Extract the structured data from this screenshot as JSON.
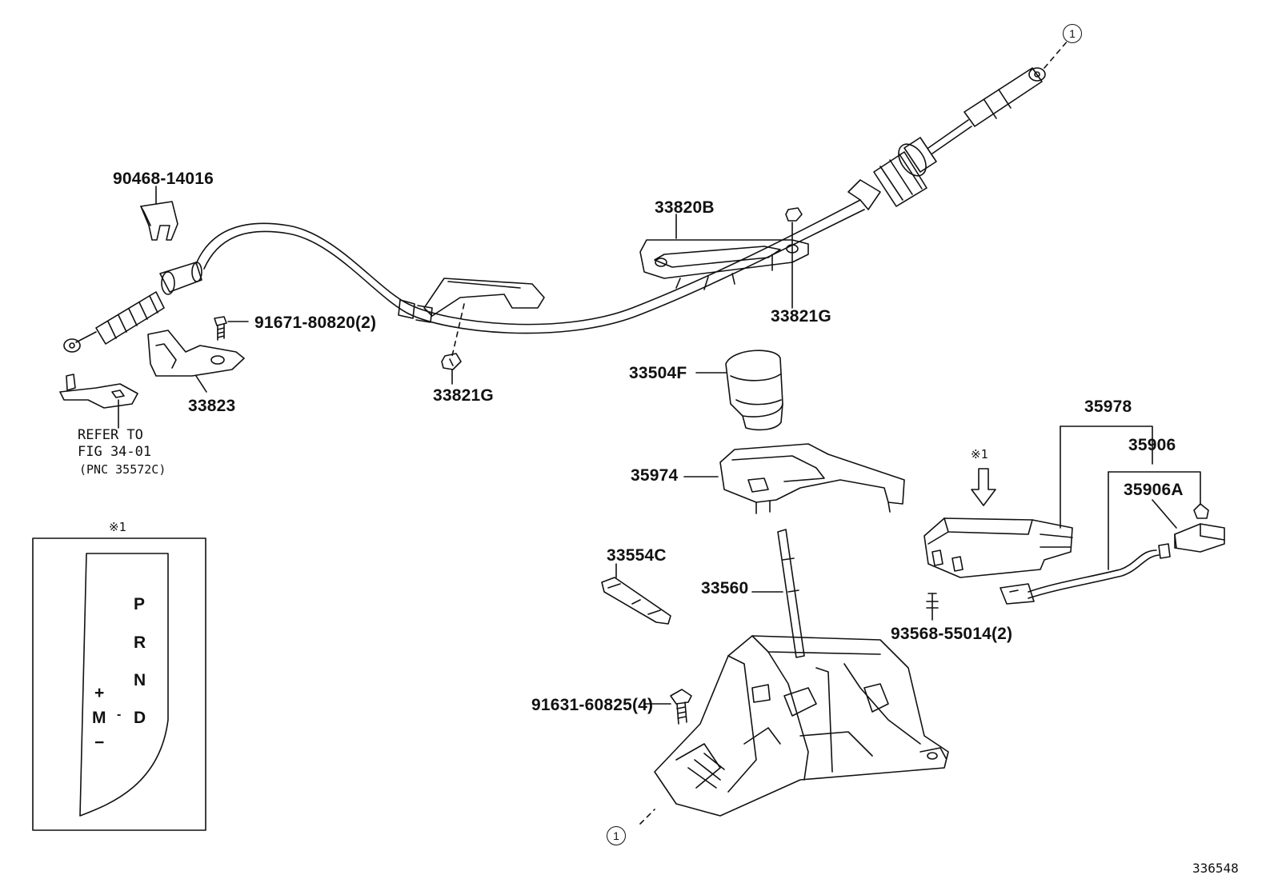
{
  "callouts": {
    "cable_clip": "90468-14016",
    "cable_assy": "33820B",
    "bolt_a": "91671-80820(2)",
    "nut_a": "33821G",
    "nut_b": "33821G",
    "bracket": "33823",
    "knob": "33504F",
    "housing": "35974",
    "cover": "33554C",
    "lever": "33560",
    "bolt_b": "91631-60825(4)",
    "switch_assy": "35978",
    "sub_a": "35906",
    "sub_b": "35906A",
    "screw": "93568-55014(2)"
  },
  "refer_note": {
    "line1": "REFER TO",
    "line2": "FIG 34-01",
    "line3": "(PNC 35572C)"
  },
  "note_mark": "※1",
  "inset": {
    "mark": "※1",
    "gears": [
      "P",
      "R",
      "N",
      "D"
    ],
    "plus": "+",
    "manual": "M",
    "dash": "-",
    "minus": "−"
  },
  "connector_marks": [
    "1",
    "1"
  ],
  "figure_number": "336548"
}
